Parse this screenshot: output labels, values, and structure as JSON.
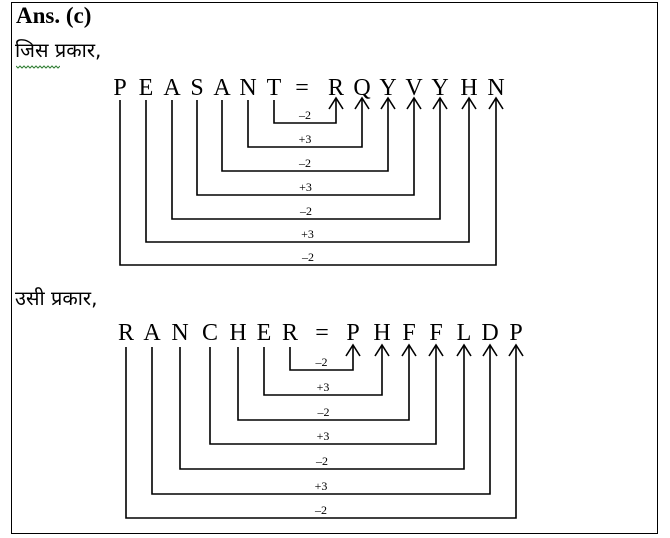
{
  "heading": "Ans. (c)",
  "intro_1": "जिस प्रकार,",
  "intro_2": "उसी प्रकार,",
  "example_1": {
    "source": [
      "P",
      "E",
      "A",
      "S",
      "A",
      "N",
      "T"
    ],
    "equals": "=",
    "target": [
      "R",
      "Q",
      "Y",
      "V",
      "Y",
      "H",
      "N"
    ],
    "shifts": [
      "–2",
      "+3",
      "–2",
      "+3",
      "–2",
      "+3",
      "–2"
    ]
  },
  "example_2": {
    "source": [
      "R",
      "A",
      "N",
      "C",
      "H",
      "E",
      "R"
    ],
    "equals": "=",
    "target": [
      "P",
      "H",
      "F",
      "F",
      "L",
      "D",
      "P"
    ],
    "shifts": [
      "–2",
      "+3",
      "–2",
      "+3",
      "–2",
      "+3",
      "–2"
    ]
  }
}
